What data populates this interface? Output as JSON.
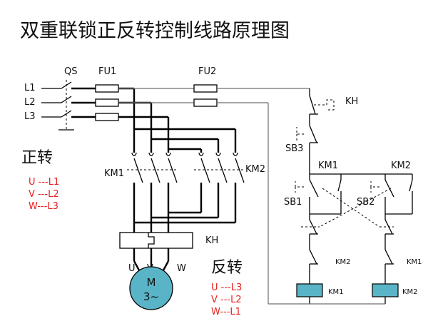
{
  "title": "双重联锁正反转控制线路原理图",
  "labels": {
    "qs": "QS",
    "fu1": "FU1",
    "fu2": "FU2",
    "l1": "L1",
    "l2": "L2",
    "l3": "L3",
    "km1_main": "KM1",
    "km2_main": "KM2",
    "kh_relay": "KH",
    "kh_contact": "KH",
    "u": "U",
    "v": "V",
    "w": "W",
    "motor_m": "M",
    "motor_phase": "3~",
    "sb3": "SB3",
    "sb1": "SB1",
    "sb2": "SB2",
    "km1_ctrl": "KM1",
    "km2_ctrl": "KM2",
    "km2_interlock": "KM2",
    "km1_interlock": "KM1",
    "coil_km1": "KM1",
    "coil_km2": "KM2"
  },
  "forward": {
    "heading": "正转",
    "lines": [
      "U ---L1",
      "V ---L2",
      "W---L3"
    ]
  },
  "reverse": {
    "heading": "反转",
    "lines": [
      "U ---L3",
      "V ---L2",
      "W---L1"
    ]
  },
  "colors": {
    "red": "#e8201c",
    "coil": "#5ab4c7",
    "wire": "#000000",
    "gray_wire": "#6f6f6f"
  }
}
